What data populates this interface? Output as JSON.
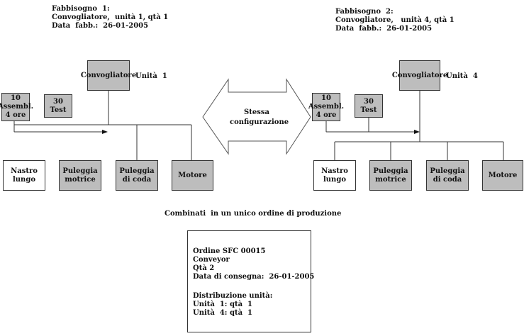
{
  "demand1": {
    "line1": "Fabbisogno  1:",
    "line2": "Convogliatore,  unità 1, qtà 1",
    "line3": "Data  fabb.:  26-01-2005"
  },
  "demand2": {
    "line1": "Fabbisogno  2:",
    "line2": "Convogliatore,   unità 4, qtà 1",
    "line3": "Data  fabb.:  26-01-2005"
  },
  "left": {
    "parent": "Convogliatore",
    "unit": "Unità  1",
    "op10": [
      "10",
      "Assembl.",
      "4 ore"
    ],
    "op30": [
      "30",
      "Test"
    ],
    "parts": [
      [
        "Nastro",
        "lungo"
      ],
      [
        "Puleggia",
        "motrice"
      ],
      [
        "Puleggia",
        "di coda"
      ],
      [
        "Motore"
      ]
    ]
  },
  "right": {
    "parent": "Convogliatore",
    "unit": "Unità  4",
    "op10": [
      "10",
      "Assembl.",
      "4 ore"
    ],
    "op30": [
      "30",
      "Test"
    ],
    "parts": [
      [
        "Nastro",
        "lungo"
      ],
      [
        "Puleggia",
        "motrice"
      ],
      [
        "Puleggia",
        "di coda"
      ],
      [
        "Motore"
      ]
    ]
  },
  "arrow": {
    "line1": "Stessa",
    "line2": "configurazione"
  },
  "caption": "Combinati  in un unico ordine di produzione",
  "order": {
    "line1": "Ordine SFC 00015",
    "line2": "Conveyor",
    "line3": "Qtà 2",
    "line4": "Data di consegna:  26-01-2005",
    "line5": "Distribuzione unità:",
    "line6": "Unità  1: qtà  1",
    "line7": "Unità  4: qtà  1"
  },
  "colors": {
    "component_fill": "#bdbdbd",
    "plain_fill": "#ffffff",
    "line": "#333333"
  }
}
